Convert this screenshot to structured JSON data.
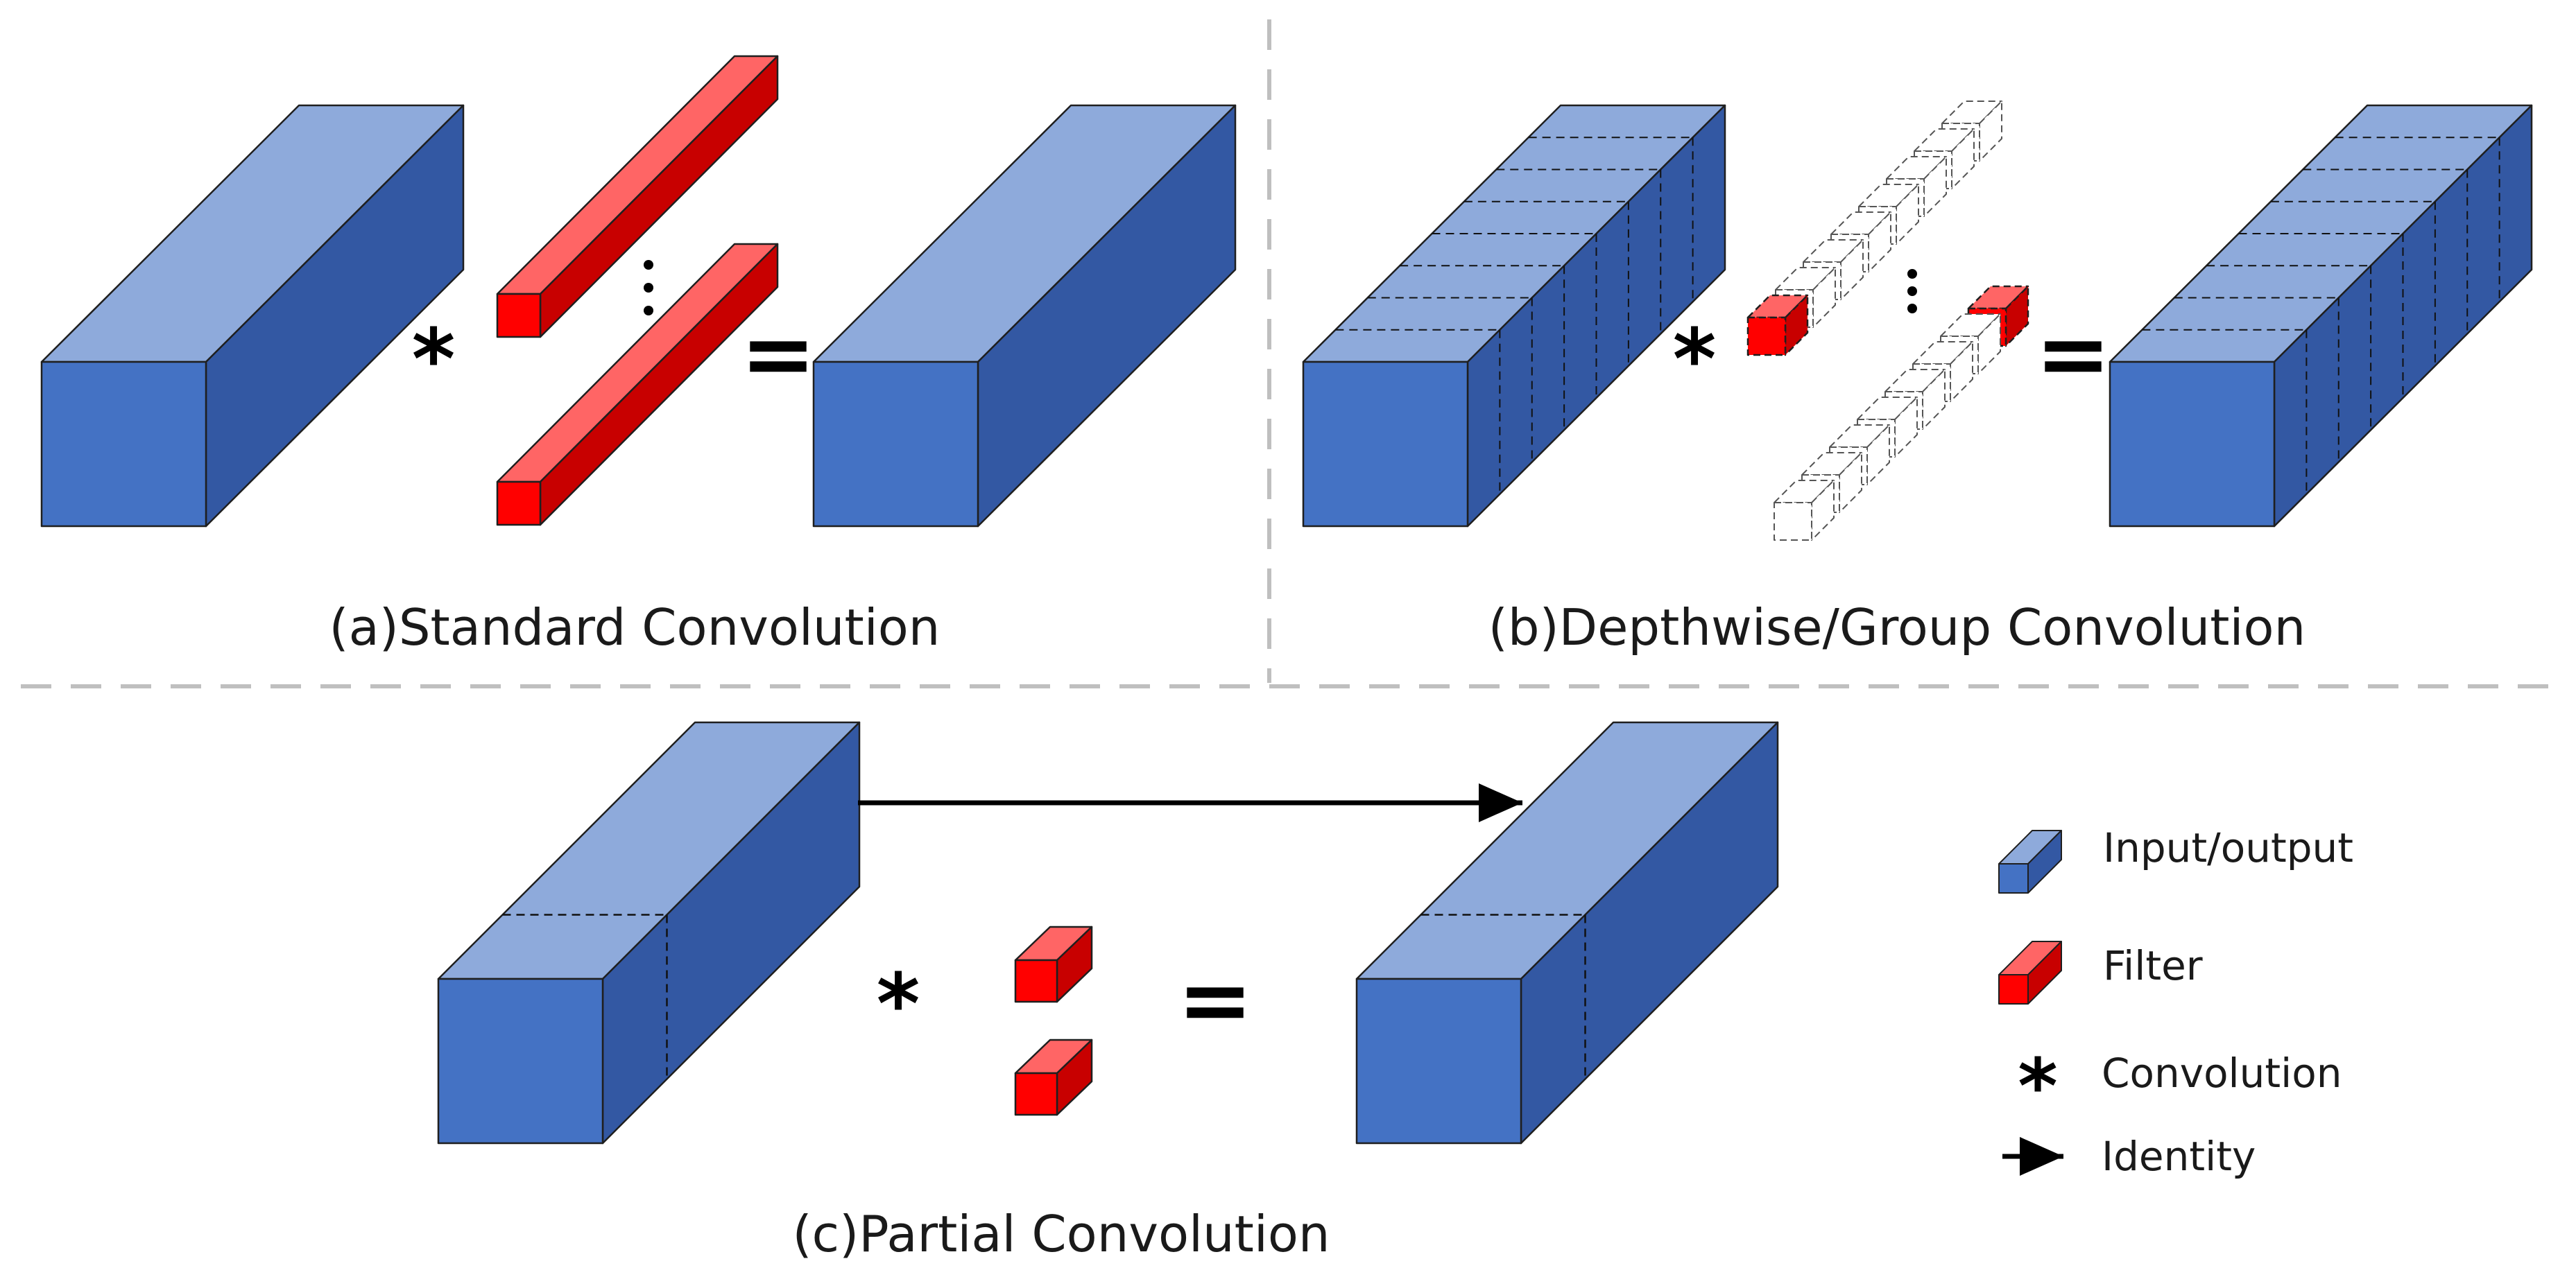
{
  "panels": {
    "a": {
      "caption": "(a)Standard Convolution"
    },
    "b": {
      "caption": "(b)Depthwise/Group Convolution"
    },
    "c": {
      "caption": "(c)Partial Convolution"
    }
  },
  "operators": {
    "convolution": "*",
    "equals": "="
  },
  "legend": {
    "input_output": "Input/output",
    "filter": "Filter",
    "convolution_symbol": "*",
    "convolution": "Convolution",
    "identity": "Identity"
  },
  "colors": {
    "cube_front": "#4472c4",
    "cube_top": "#8eaadb",
    "cube_side": "#3358a3",
    "filter_front": "#ff0000",
    "filter_top": "#ff6565",
    "filter_side": "#c80000",
    "divider": "#bfbfbf",
    "ink": "#1a1a1a"
  }
}
